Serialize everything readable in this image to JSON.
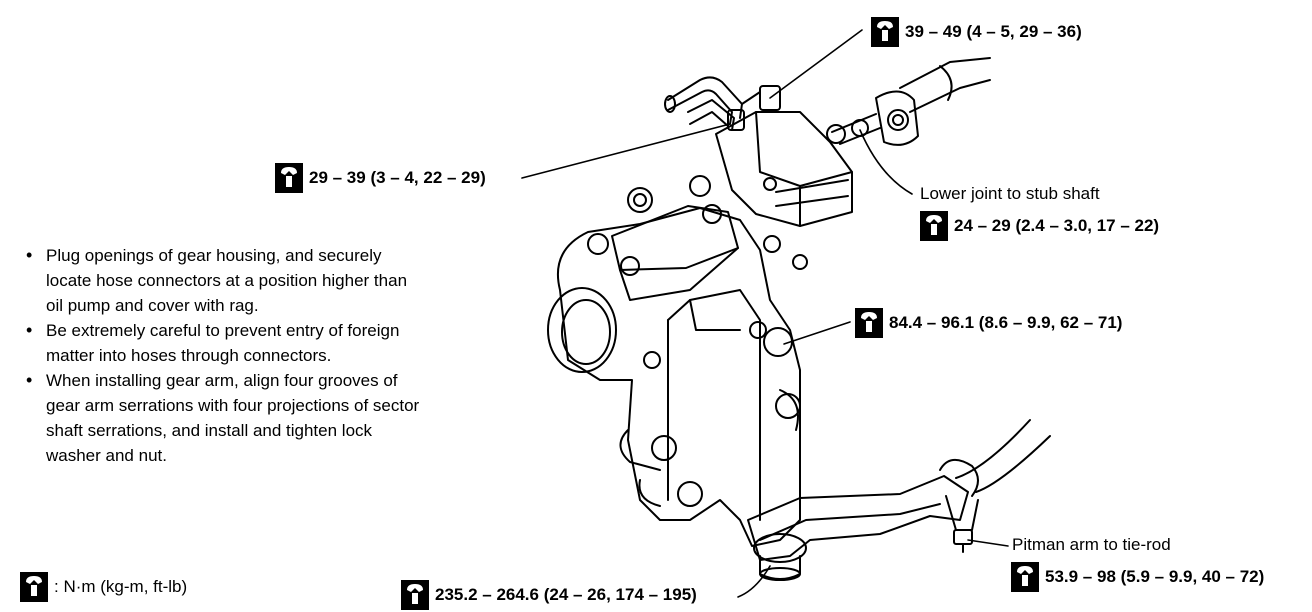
{
  "torque_labels": {
    "hose_upper": "39 – 49 (4 – 5, 29 – 36)",
    "hose_lower": "29 – 39 (3 – 4, 22 – 29)",
    "lower_joint": "24 – 29 (2.4 – 3.0, 17 – 22)",
    "gear_housing_bolts": "84.4 – 96.1 (8.6 – 9.9, 62 – 71)",
    "pitman_arm_nut": "235.2 – 264.6 (24 – 26, 174 – 195)",
    "tie_rod": "53.9 – 98 (5.9 – 9.9, 40 – 72)"
  },
  "callouts": {
    "lower_joint": "Lower joint to stub shaft",
    "pitman_arm": "Pitman arm to tie-rod"
  },
  "notes": [
    "Plug openings of gear housing, and securely locate hose connectors at a position higher than oil pump and cover with rag.",
    "Be extremely careful to prevent entry of foreign matter into hoses through connectors.",
    "When installing gear arm, align four grooves of gear arm serrations with four projections of sector shaft serrations, and install and tighten lock washer and nut."
  ],
  "legend": {
    "unit_text": ": N·m (kg-m, ft-lb)"
  },
  "icon": "torque-wrench-icon"
}
